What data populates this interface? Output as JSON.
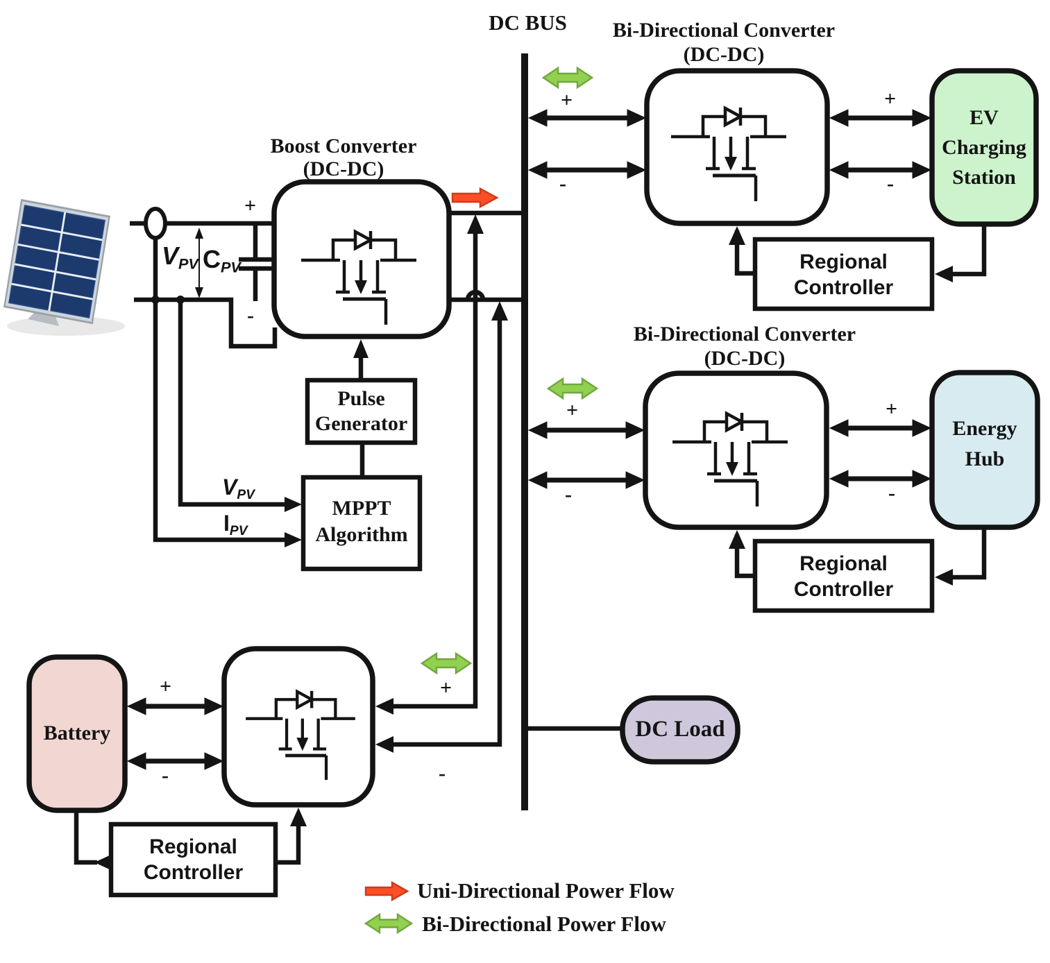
{
  "bus": {
    "label": "DC BUS"
  },
  "converters": {
    "boost": {
      "l1": "Boost Converter",
      "l2": "(DC-DC)"
    },
    "top": {
      "l1": "Bi-Directional Converter",
      "l2": "(DC-DC)"
    },
    "mid": {
      "l1": "Bi-Directional Converter",
      "l2": "(DC-DC)"
    }
  },
  "blocks": {
    "pulse": {
      "l1": "Pulse",
      "l2": "Generator"
    },
    "mppt": {
      "l1": "MPPT",
      "l2": "Algorithm"
    },
    "ev": {
      "l1": "EV",
      "l2": "Charging",
      "l3": "Station",
      "color": "#ccf3cb"
    },
    "hub": {
      "l1": "Energy",
      "l2": "Hub",
      "color": "#d7ebf0"
    },
    "battery": {
      "label": "Battery",
      "color": "#f1d6d2"
    },
    "dc_load": {
      "label": "DC Load",
      "color": "#cfc8dd"
    },
    "rc_ev": {
      "l1": "Regional",
      "l2": "Controller"
    },
    "rc_hub": {
      "l1": "Regional",
      "l2": "Controller"
    },
    "rc_battery": {
      "l1": "Regional",
      "l2": "Controller"
    }
  },
  "signals": {
    "plus": "+",
    "minus": "-",
    "v": "V",
    "c": "C",
    "i": "I",
    "sub_pv": "PV"
  },
  "legend": {
    "uni_label": "Uni-Directional Power Flow",
    "bi_label": "Bi-Directional Power Flow",
    "uni_color": "#fd4e27",
    "bi_color": "#92d050"
  }
}
